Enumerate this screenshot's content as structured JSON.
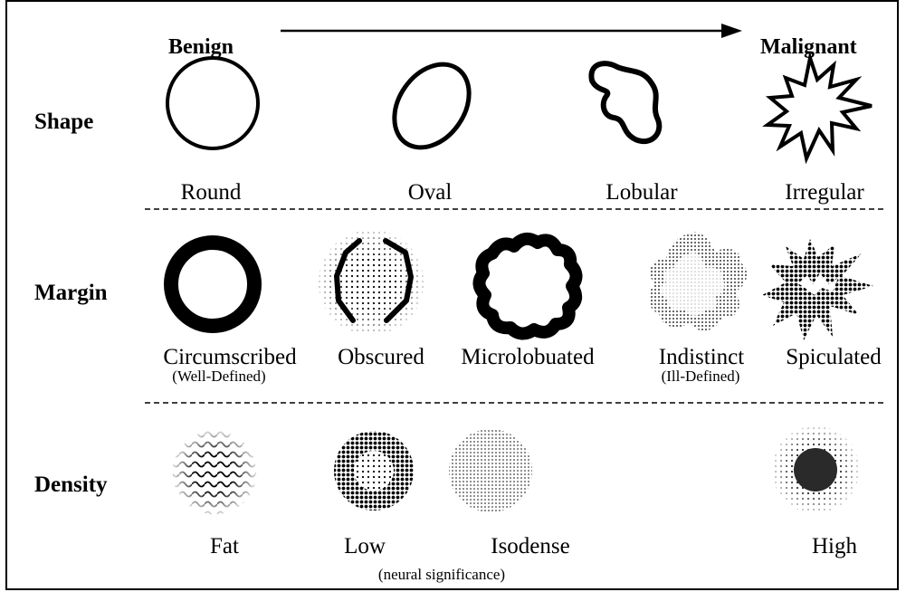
{
  "header": {
    "left": "Benign",
    "right": "Malignant"
  },
  "rows": {
    "shape": {
      "label": "Shape",
      "items": [
        "Round",
        "Oval",
        "Lobular",
        "Irregular"
      ]
    },
    "margin": {
      "label": "Margin",
      "items": [
        "Circumscribed",
        "Obscured",
        "Microlobuated",
        "Indistinct",
        "Spiculated"
      ],
      "subs": [
        "(Well-Defined)",
        "(Ill-Defined)"
      ]
    },
    "density": {
      "label": "Density",
      "items": [
        "Fat",
        "Low",
        "Isodense",
        "High"
      ],
      "note": "(neural significance)"
    }
  }
}
